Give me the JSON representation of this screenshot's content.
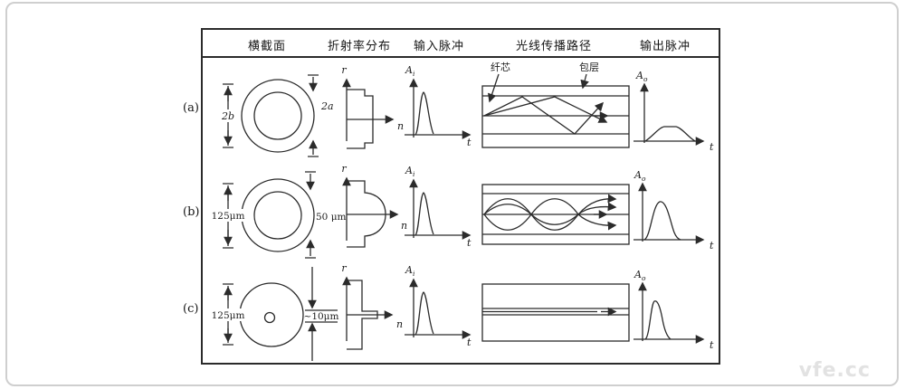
{
  "watermark": "vfe.cc",
  "headers": {
    "cross_section": "横截面",
    "index_profile": "折射率分布",
    "input_pulse": "输入脉冲",
    "propagation_path": "光线传播路径",
    "output_pulse": "输出脉冲"
  },
  "rows": {
    "a": {
      "label": "(a)",
      "dim_left": "2b",
      "dim_right": "2a"
    },
    "b": {
      "label": "(b)",
      "dim_left": "125μm",
      "dim_right": "50 μm"
    },
    "c": {
      "label": "(c)",
      "dim_left": "125μm",
      "dim_right": "~10μm"
    }
  },
  "annotations": {
    "core": "纤芯",
    "cladding": "包层"
  },
  "axes": {
    "r": "r",
    "n": "n",
    "t": "t",
    "amp": "A",
    "in_sub": "i",
    "out_sub": "o"
  },
  "colors": {
    "line": "#2b2b2b",
    "frame": "#cfcfcf",
    "watermark": "#e2e2e2"
  }
}
